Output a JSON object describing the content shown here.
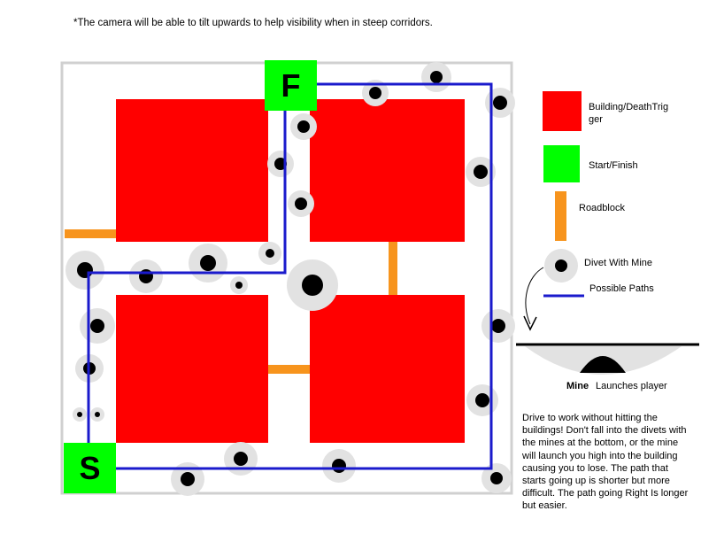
{
  "note": "*The camera will be able to tilt upwards to help visibility when in steep corridors.",
  "start_label": "S",
  "finish_label": "F",
  "colors": {
    "building": "#ff0000",
    "start_finish": "#00ff00",
    "roadblock": "#f7941d",
    "path": "#1a1acc",
    "divet": "#e2e2e2",
    "border": "#d0d0d0"
  },
  "legend": {
    "building": "Building/DeathTrigger",
    "start_finish": "Start/Finish",
    "roadblock": "Roadblock",
    "divet": "Divet With Mine",
    "paths": "Possible Paths"
  },
  "mine_word": "Mine",
  "launches_text": "Launches player",
  "description": "Drive to work without hitting the buildings! Don't fall into the divets with the mines at the bottom, or the mine will launch you high into the building causing you to lose. The path that starts going up is shorter but more difficult. The path going Right Is longer but easier."
}
